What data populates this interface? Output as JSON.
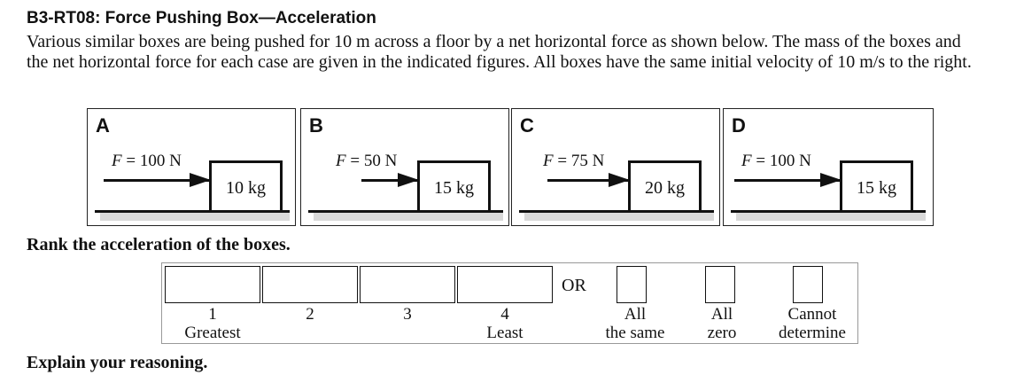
{
  "title": "B3-RT08: Force Pushing Box—Acceleration",
  "intro": "Various similar boxes are being pushed for 10 m across a floor by a net horizontal force as shown below. The mass of the boxes and the net horizontal force for each case are given in the indicated figures. All boxes have the same initial velocity of 10 m/s to the right.",
  "panels": [
    {
      "label": "A",
      "force_var": "F",
      "force_val": "= 100 N",
      "mass": "10 kg"
    },
    {
      "label": "B",
      "force_var": "F",
      "force_val": "= 50 N",
      "mass": "15 kg"
    },
    {
      "label": "C",
      "force_var": "F",
      "force_val": "= 75 N",
      "mass": "20 kg"
    },
    {
      "label": "D",
      "force_var": "F",
      "force_val": "= 100 N",
      "mass": "15 kg"
    }
  ],
  "question": "Rank the acceleration of the boxes.",
  "ranking": {
    "r1": "1",
    "r1b": "Greatest",
    "r2": "2",
    "r3": "3",
    "r4": "4",
    "r4b": "Least",
    "or": "OR",
    "same1": "All",
    "same2": "the same",
    "zero1": "All",
    "zero2": "zero",
    "cd1": "Cannot",
    "cd2": "determine"
  },
  "explain": "Explain your reasoning."
}
